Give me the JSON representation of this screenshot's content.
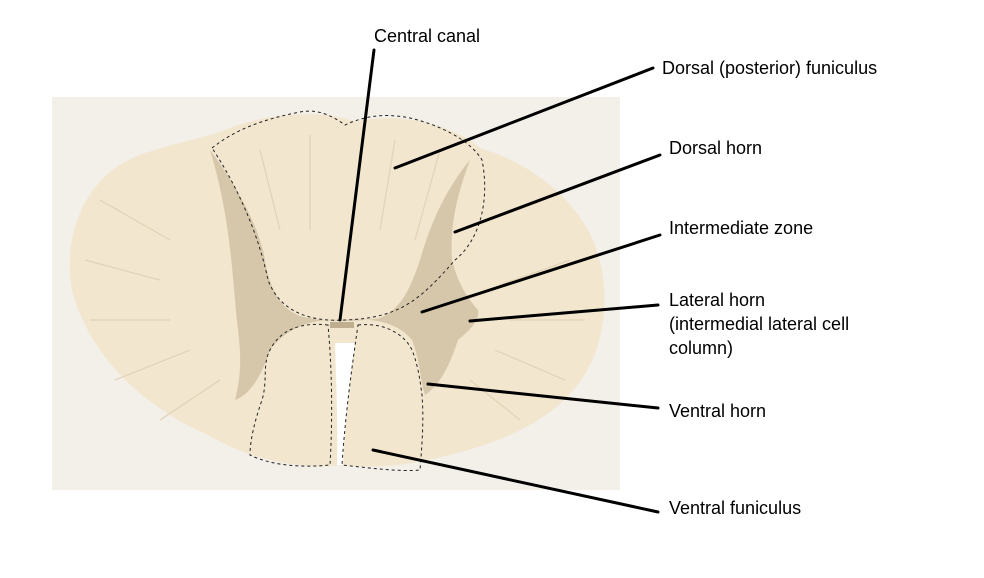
{
  "colors": {
    "tissue_background": "#f3efe9",
    "white_matter": "#f2e6cf",
    "gray_matter": "#d6c7ab",
    "fissure": "#ffffff",
    "leader_line": "#000000",
    "outline": "#222222"
  },
  "labels": {
    "central_canal": "Central canal",
    "dorsal_funiculus": "Dorsal (posterior) funiculus",
    "dorsal_horn": "Dorsal horn",
    "intermediate_zone": "Intermediate zone",
    "lateral_horn": [
      "Lateral horn",
      "(intermedial lateral cell",
      "column)"
    ],
    "ventral_horn": "Ventral horn",
    "ventral_funiculus": "Ventral funiculus"
  }
}
